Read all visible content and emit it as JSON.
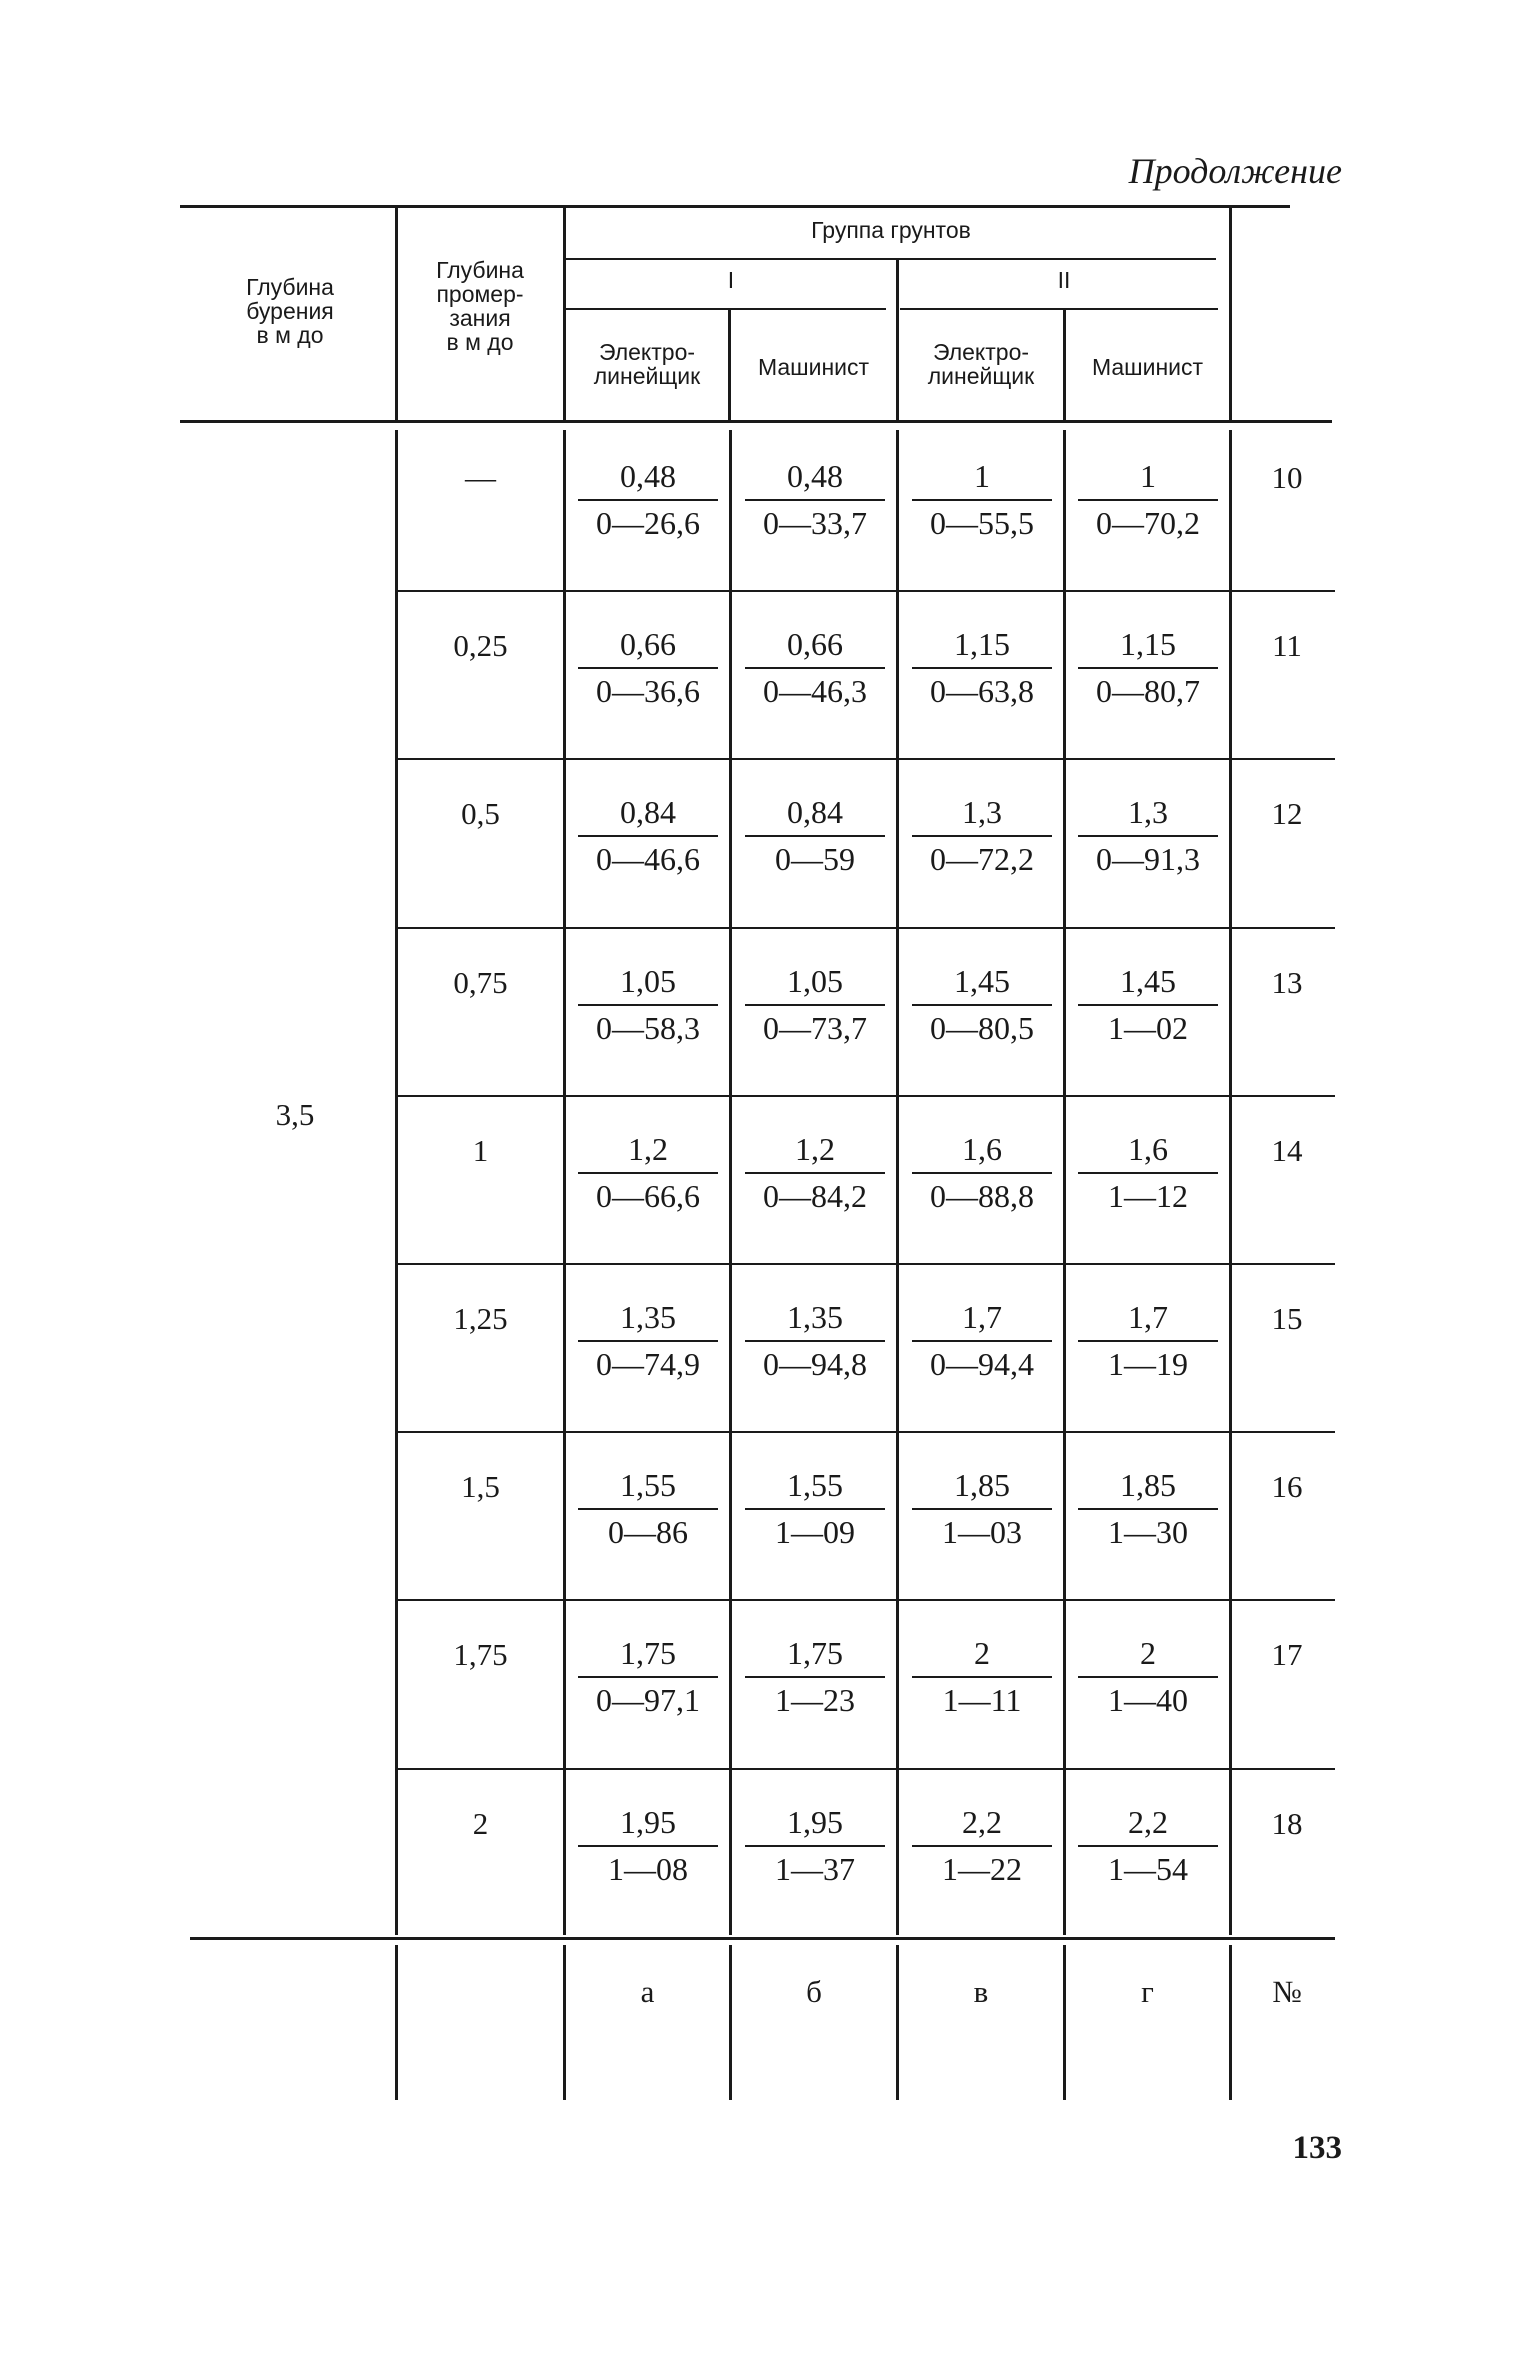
{
  "continuation": "Продолжение",
  "page_number": "133",
  "header": {
    "col_drill_depth": [
      "Глубина",
      "бурения",
      "в м до"
    ],
    "col_freeze_depth": [
      "Глубина",
      "промер-",
      "зания",
      "в м до"
    ],
    "soil_group": "Группа грунтов",
    "group_i": "I",
    "group_ii": "II",
    "electrician": [
      "Электро-",
      "линейщик"
    ],
    "machinist": "Машинист"
  },
  "drill_depth_value": "3,5",
  "rows": [
    {
      "depth": "—",
      "cells": [
        [
          "0,48",
          "0—26,6"
        ],
        [
          "0,48",
          "0—33,7"
        ],
        [
          "1",
          "0—55,5"
        ],
        [
          "1",
          "0—70,2"
        ]
      ],
      "num": "10"
    },
    {
      "depth": "0,25",
      "cells": [
        [
          "0,66",
          "0—36,6"
        ],
        [
          "0,66",
          "0—46,3"
        ],
        [
          "1,15",
          "0—63,8"
        ],
        [
          "1,15",
          "0—80,7"
        ]
      ],
      "num": "11"
    },
    {
      "depth": "0,5",
      "cells": [
        [
          "0,84",
          "0—46,6"
        ],
        [
          "0,84",
          "0—59"
        ],
        [
          "1,3",
          "0—72,2"
        ],
        [
          "1,3",
          "0—91,3"
        ]
      ],
      "num": "12"
    },
    {
      "depth": "0,75",
      "cells": [
        [
          "1,05",
          "0—58,3"
        ],
        [
          "1,05",
          "0—73,7"
        ],
        [
          "1,45",
          "0—80,5"
        ],
        [
          "1,45",
          "1—02"
        ]
      ],
      "num": "13"
    },
    {
      "depth": "1",
      "cells": [
        [
          "1,2",
          "0—66,6"
        ],
        [
          "1,2",
          "0—84,2"
        ],
        [
          "1,6",
          "0—88,8"
        ],
        [
          "1,6",
          "1—12"
        ]
      ],
      "num": "14"
    },
    {
      "depth": "1,25",
      "cells": [
        [
          "1,35",
          "0—74,9"
        ],
        [
          "1,35",
          "0—94,8"
        ],
        [
          "1,7",
          "0—94,4"
        ],
        [
          "1,7",
          "1—19"
        ]
      ],
      "num": "15"
    },
    {
      "depth": "1,5",
      "cells": [
        [
          "1,55",
          "0—86"
        ],
        [
          "1,55",
          "1—09"
        ],
        [
          "1,85",
          "1—03"
        ],
        [
          "1,85",
          "1—30"
        ]
      ],
      "num": "16"
    },
    {
      "depth": "1,75",
      "cells": [
        [
          "1,75",
          "0—97,1"
        ],
        [
          "1,75",
          "1—23"
        ],
        [
          "2",
          "1—11"
        ],
        [
          "2",
          "1—40"
        ]
      ],
      "num": "17"
    },
    {
      "depth": "2",
      "cells": [
        [
          "1,95",
          "1—08"
        ],
        [
          "1,95",
          "1—37"
        ],
        [
          "2,2",
          "1—22"
        ],
        [
          "2,2",
          "1—54"
        ]
      ],
      "num": "18"
    }
  ],
  "footer": {
    "a": "а",
    "b": "б",
    "v": "в",
    "g": "г",
    "num": "№"
  }
}
